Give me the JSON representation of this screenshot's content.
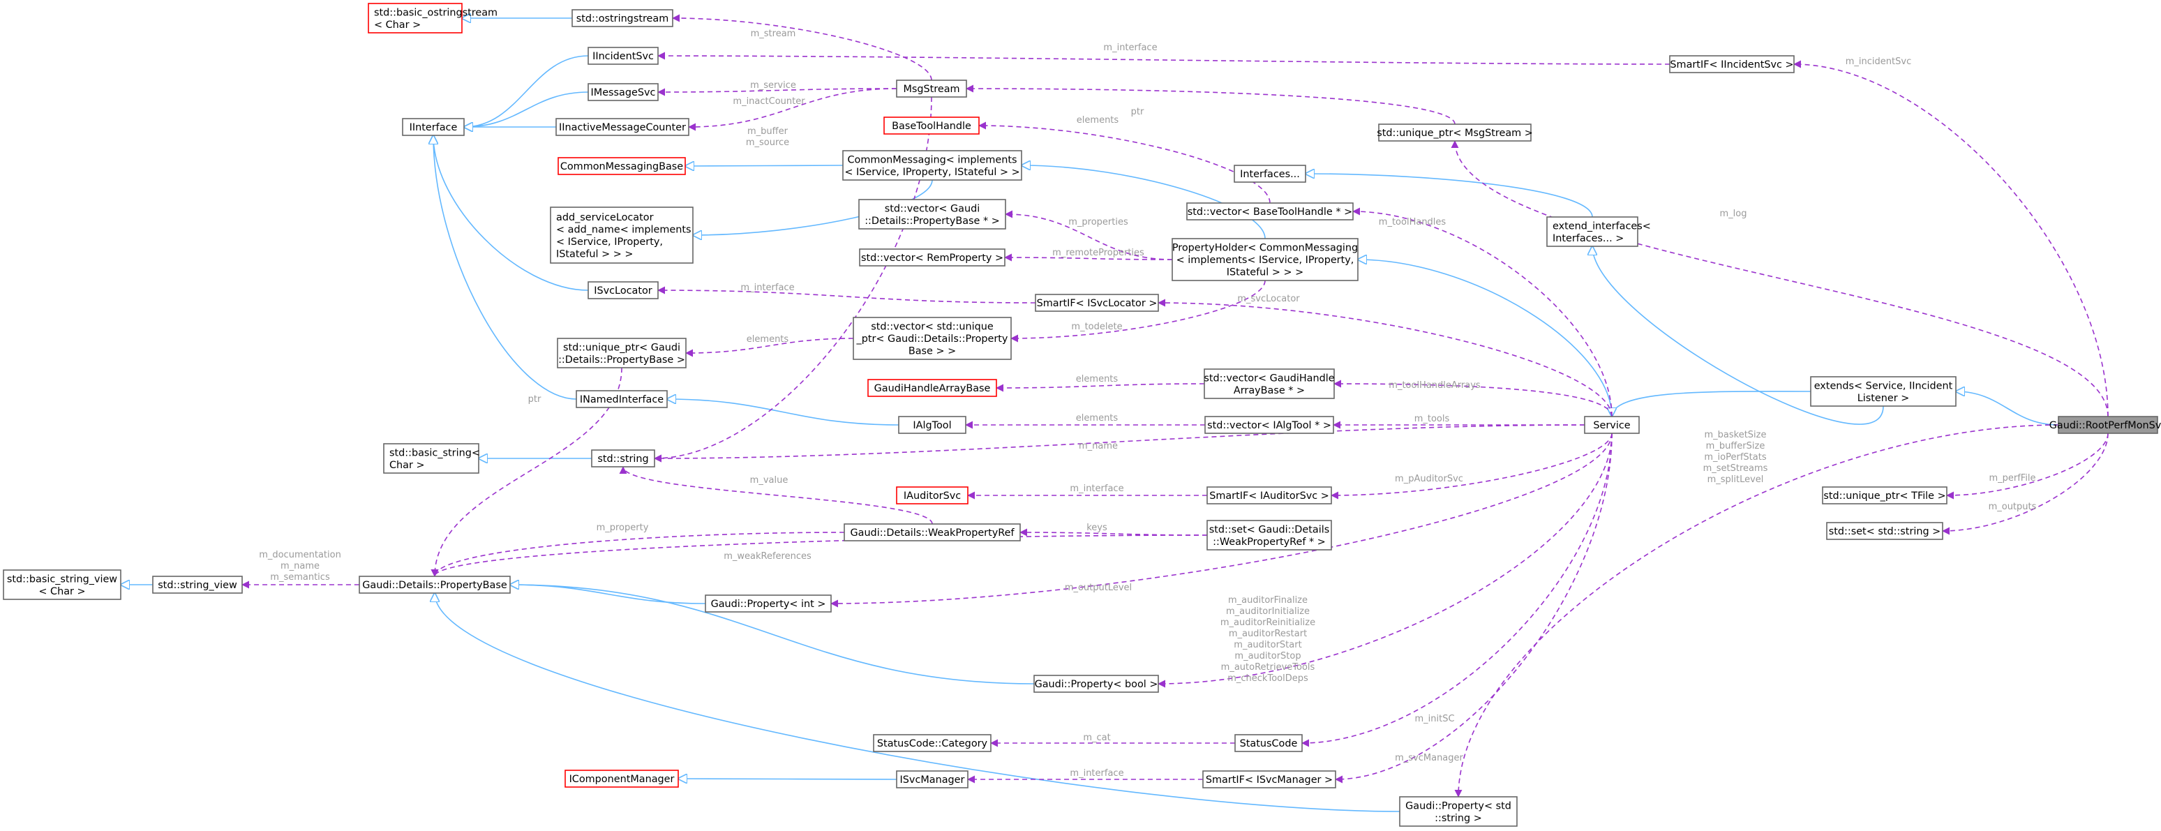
{
  "diagram": {
    "nodes": [
      {
        "id": "basic_ostringstream",
        "lines": [
          "std::basic_ostringstream",
          "< Char >"
        ],
        "style": "red"
      },
      {
        "id": "ostringstream",
        "lines": [
          "std::ostringstream"
        ]
      },
      {
        "id": "IIncidentSvc",
        "lines": [
          "IIncidentSvc"
        ]
      },
      {
        "id": "IMessageSvc",
        "lines": [
          "IMessageSvc"
        ]
      },
      {
        "id": "IInterface",
        "lines": [
          "IInterface"
        ]
      },
      {
        "id": "IInactiveMessageCounter",
        "lines": [
          "IInactiveMessageCounter"
        ]
      },
      {
        "id": "CommonMessagingBase",
        "lines": [
          "CommonMessagingBase"
        ],
        "style": "red"
      },
      {
        "id": "add_serviceLocator",
        "lines": [
          "add_serviceLocator",
          "< add_name< implements",
          "< IService, IProperty,",
          "IStateful > > >"
        ]
      },
      {
        "id": "ISvcLocator",
        "lines": [
          "ISvcLocator"
        ]
      },
      {
        "id": "unique_ptr_PropertyBase",
        "lines": [
          "std::unique_ptr< Gaudi",
          "::Details::PropertyBase >"
        ]
      },
      {
        "id": "INamedInterface",
        "lines": [
          "INamedInterface"
        ]
      },
      {
        "id": "basic_string",
        "lines": [
          "std::basic_string<",
          "Char >"
        ]
      },
      {
        "id": "std_string",
        "lines": [
          "std::string"
        ]
      },
      {
        "id": "basic_string_view",
        "lines": [
          "std::basic_string_view",
          "< Char >"
        ]
      },
      {
        "id": "string_view",
        "lines": [
          "std::string_view"
        ]
      },
      {
        "id": "PropertyBase",
        "lines": [
          "Gaudi::Details::PropertyBase"
        ]
      },
      {
        "id": "IComponentManager",
        "lines": [
          "IComponentManager"
        ],
        "style": "red"
      },
      {
        "id": "MsgStream",
        "lines": [
          "MsgStream"
        ]
      },
      {
        "id": "BaseToolHandle",
        "lines": [
          "BaseToolHandle"
        ],
        "style": "red"
      },
      {
        "id": "CommonMessaging",
        "lines": [
          "CommonMessaging< implements",
          "< IService, IProperty, IStateful > >"
        ]
      },
      {
        "id": "vector_PropertyBase",
        "lines": [
          "std::vector< Gaudi",
          "::Details::PropertyBase * >"
        ]
      },
      {
        "id": "vector_RemProperty",
        "lines": [
          "std::vector< RemProperty >"
        ]
      },
      {
        "id": "vector_unique_ptr",
        "lines": [
          "std::vector< std::unique",
          "_ptr< Gaudi::Details::Property",
          "Base > >"
        ]
      },
      {
        "id": "GaudiHandleArrayBase",
        "lines": [
          "GaudiHandleArrayBase"
        ],
        "style": "red"
      },
      {
        "id": "IAlgTool",
        "lines": [
          "IAlgTool"
        ]
      },
      {
        "id": "IAuditorSvc",
        "lines": [
          "IAuditorSvc"
        ],
        "style": "red"
      },
      {
        "id": "WeakPropertyRef",
        "lines": [
          "Gaudi::Details::WeakPropertyRef"
        ]
      },
      {
        "id": "Property_int",
        "lines": [
          "Gaudi::Property< int >"
        ]
      },
      {
        "id": "Property_bool",
        "lines": [
          "Gaudi::Property< bool >"
        ]
      },
      {
        "id": "StatusCode_Category",
        "lines": [
          "StatusCode::Category"
        ]
      },
      {
        "id": "ISvcManager",
        "lines": [
          "ISvcManager"
        ]
      },
      {
        "id": "Property_string",
        "lines": [
          "Gaudi::Property< std",
          "::string >"
        ]
      },
      {
        "id": "Interfaces",
        "lines": [
          "Interfaces..."
        ]
      },
      {
        "id": "vector_BaseToolHandle",
        "lines": [
          "std::vector< BaseToolHandle * >"
        ]
      },
      {
        "id": "PropertyHolder",
        "lines": [
          "PropertyHolder< CommonMessaging",
          "< implements< IService, IProperty,",
          "IStateful > > >"
        ]
      },
      {
        "id": "SmartIF_ISvcLocator",
        "lines": [
          "SmartIF< ISvcLocator >"
        ]
      },
      {
        "id": "vector_GaudiHandleArrayBase",
        "lines": [
          "std::vector< GaudiHandle",
          "ArrayBase * >"
        ]
      },
      {
        "id": "vector_IAlgTool",
        "lines": [
          "std::vector< IAlgTool * >"
        ]
      },
      {
        "id": "SmartIF_IAuditorSvc",
        "lines": [
          "SmartIF< IAuditorSvc >"
        ]
      },
      {
        "id": "set_WeakPropertyRef",
        "lines": [
          "std::set< Gaudi::Details",
          "::WeakPropertyRef * >"
        ]
      },
      {
        "id": "StatusCode",
        "lines": [
          "StatusCode"
        ]
      },
      {
        "id": "SmartIF_ISvcManager",
        "lines": [
          "SmartIF< ISvcManager >"
        ]
      },
      {
        "id": "SmartIF_IIncidentSvc",
        "lines": [
          "SmartIF< IIncidentSvc >"
        ]
      },
      {
        "id": "unique_ptr_MsgStream",
        "lines": [
          "std::unique_ptr< MsgStream >"
        ]
      },
      {
        "id": "extend_interfaces",
        "lines": [
          "extend_interfaces<",
          "Interfaces... >"
        ]
      },
      {
        "id": "Service",
        "lines": [
          "Service"
        ]
      },
      {
        "id": "extends",
        "lines": [
          "extends< Service, IIncident",
          "Listener >"
        ]
      },
      {
        "id": "RootPerfMonSvc",
        "lines": [
          "Gaudi::RootPerfMonSvc"
        ],
        "style": "highlight"
      },
      {
        "id": "unique_ptr_TFile",
        "lines": [
          "std::unique_ptr< TFile >"
        ]
      },
      {
        "id": "set_string",
        "lines": [
          "std::set< std::string >"
        ]
      }
    ],
    "edge_labels": {
      "m_stream": "m_stream",
      "m_interface_incident": "m_interface",
      "m_incidentSvc": "m_incidentSvc",
      "m_service": "m_service",
      "m_inactCounter": "m_inactCounter",
      "ptr_msg": "ptr",
      "elements_bth": "elements",
      "m_buffer": "m_buffer",
      "m_source": "m_source",
      "m_log": "m_log",
      "m_properties": "m_properties",
      "m_remoteProperties": "m_remoteProperties",
      "m_toolHandles": "m_toolHandles",
      "m_interface_svcloc": "m_interface",
      "m_svcLocator": "m_svcLocator",
      "elements_uptr": "elements",
      "m_todelete": "m_todelete",
      "elements_gha": "elements",
      "m_toolHandleArrays": "m_toolHandleArrays",
      "ptr_pb": "ptr",
      "elements_algtool": "elements",
      "m_tools": "m_tools",
      "m_name": "m_name",
      "m_value": "m_value",
      "m_interface_aud": "m_interface",
      "m_pAuditorSvc": "m_pAuditorSvc",
      "m_property": "m_property",
      "keys": "keys",
      "m_weakReferences": "m_weakReferences",
      "m_documentation": "m_documentation",
      "m_name_sv": "m_name",
      "m_semantics": "m_semantics",
      "m_outputLevel": "m_outputLevel",
      "m_auditorFinalize": "m_auditorFinalize",
      "m_auditorInitialize": "m_auditorInitialize",
      "m_auditorReinitialize": "m_auditorReinitialize",
      "m_auditorRestart": "m_auditorRestart",
      "m_auditorStart": "m_auditorStart",
      "m_auditorStop": "m_auditorStop",
      "m_autoRetrieveTools": "m_autoRetrieveTools",
      "m_checkToolDeps": "m_checkToolDeps",
      "m_cat": "m_cat",
      "m_initSC": "m_initSC",
      "m_interface_svcmgr": "m_interface",
      "m_svcManager": "m_svcManager",
      "m_basketSize": "m_basketSize",
      "m_bufferSize": "m_bufferSize",
      "m_ioPerfStats": "m_ioPerfStats",
      "m_setStreams": "m_setStreams",
      "m_splitLevel": "m_splitLevel",
      "m_perfFile": "m_perfFile",
      "m_outputs": "m_outputs"
    }
  },
  "colors": {
    "inheritance": "#63b8ff",
    "usage": "#9a32cd",
    "highlight_fill": "#999999",
    "missing_border": "#ff0000",
    "label": "#9a9a9a"
  }
}
